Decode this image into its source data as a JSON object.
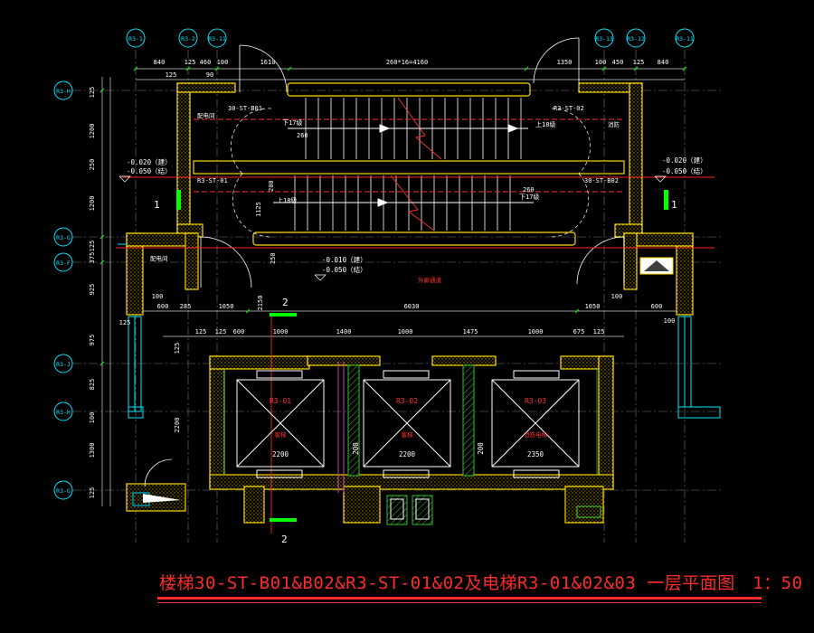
{
  "title": "楼梯30-ST-B01&B02&R3-ST-01&02及电梯R3-01&02&03 一层平面图　1：50",
  "grid_top_left": [
    "R3-1",
    "R3-2",
    "R3-11"
  ],
  "grid_top_right": [
    "R3-13",
    "R3-12",
    "R3-11"
  ],
  "grid_left": [
    "R3-H",
    "R3-G",
    "R3-F",
    "R3-J",
    "R3-H",
    "R3-G"
  ],
  "dims_top": [
    "840",
    "125",
    "460",
    "100",
    "90",
    "125",
    "1610",
    "260*16=4160",
    "1350",
    "100",
    "450",
    "125",
    "840"
  ],
  "dims_mid": [
    "100",
    "600",
    "285",
    "1050",
    "6030",
    "1050",
    "100",
    "600",
    "125",
    "100"
  ],
  "dims_lift": [
    "125",
    "125",
    "600",
    "1000",
    "1400",
    "1000",
    "1475",
    "1000",
    "675",
    "125"
  ],
  "dims_left": [
    "125",
    "1200",
    "250",
    "1200",
    "125",
    "375",
    "925",
    "2150",
    "975",
    "125",
    "825",
    "100",
    "1300",
    "2200",
    "125"
  ],
  "stair": {
    "tag_b01": "30-ST-B01",
    "tag_b02": "30-ST-B02",
    "tag_r01": "R3-ST-01",
    "tag_r02": "R3-ST-02",
    "up17": "下17级",
    "up18": "上18级",
    "dn18": "上18级",
    "dn17": "下17级",
    "d260a": "260",
    "d260b": "260",
    "d200": "200",
    "d1125": "1125",
    "d250": "250"
  },
  "levels": {
    "l1": "-0.020（建）",
    "l2": "-0.050（结）",
    "l3": "-0.020（建）",
    "l4": "-0.050（结）",
    "l5": "-0.010（建）",
    "l6": "-0.050（结）"
  },
  "rooms": {
    "left_top": "配电间",
    "right_top": "消防",
    "left_mid": "配电间",
    "center": "外廊通道"
  },
  "lifts": [
    {
      "id": "R3-01",
      "sub": "客梯",
      "width": "2200"
    },
    {
      "id": "R3-02",
      "sub": "客梯",
      "width": "2200"
    },
    {
      "id": "R3-03",
      "sub": "消防电梯",
      "width": "2350"
    }
  ],
  "lift_gaps": [
    "200",
    "200"
  ],
  "section_marks": {
    "s1": "1",
    "s1r": "1",
    "s2": "2",
    "s2b": "2"
  }
}
